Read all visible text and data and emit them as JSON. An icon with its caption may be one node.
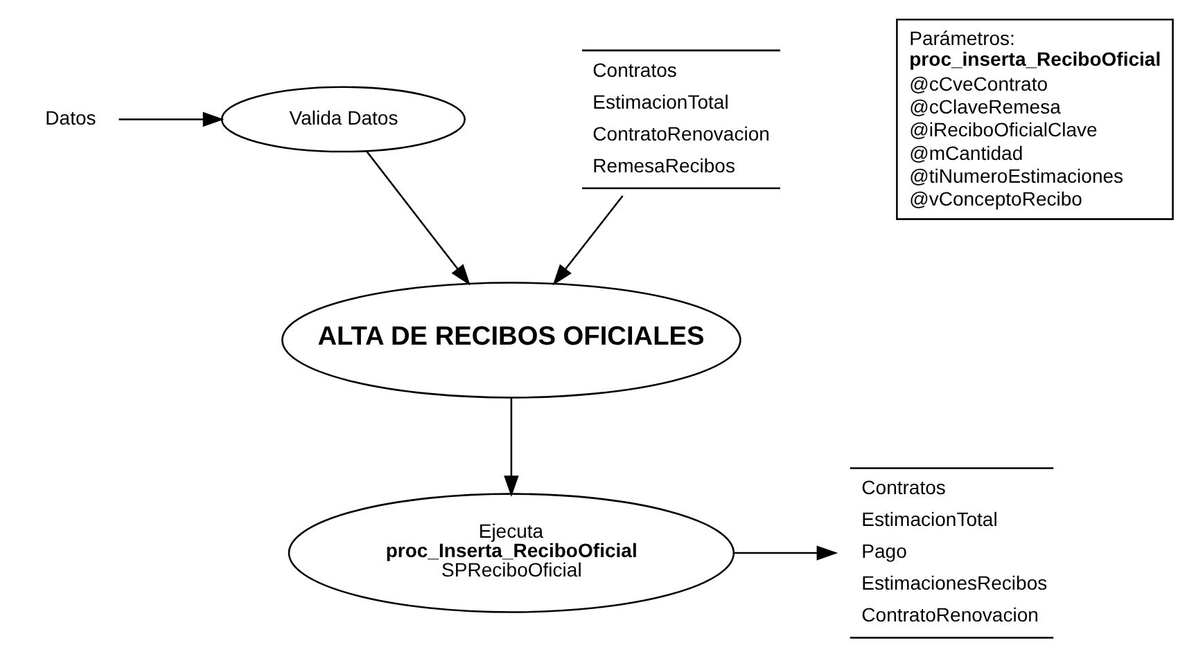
{
  "diagram": {
    "nodes": [
      {
        "text": [
          "Datos"
        ]
      },
      {
        "text": [
          "Valida Datos"
        ]
      },
      {
        "text": [
          "Contratos",
          "EstimacionTotal",
          "ContratoRenovacion",
          "RemesaRecibos"
        ]
      },
      {
        "text": [
          "ALTA DE RECIBOS OFICIALES"
        ]
      },
      {
        "text": [
          "Ejecuta",
          "proc_Inserta_ReciboOficial",
          "SPReciboOficial"
        ]
      },
      {
        "text": [
          "Contratos",
          "EstimacionTotal",
          "Pago",
          "EstimacionesRecibos",
          "ContratoRenovacion"
        ]
      },
      {
        "text": [
          "Parámetros:",
          "proc_inserta_ReciboOficial",
          "@cCveContrato",
          "@cClaveRemesa",
          "@iReciboOficialClave",
          "@mCantidad",
          "@tiNumeroEstimaciones",
          "@vConceptoRecibo"
        ]
      }
    ],
    "edges": [
      {
        "from": 0,
        "to": 1,
        "arrow": "to"
      },
      {
        "from": 1,
        "to": 3,
        "arrow": "to"
      },
      {
        "from": 2,
        "to": 3,
        "arrow": "to"
      },
      {
        "from": 3,
        "to": 4,
        "arrow": "to"
      },
      {
        "from": 4,
        "to": 5,
        "arrow": "to"
      }
    ]
  }
}
